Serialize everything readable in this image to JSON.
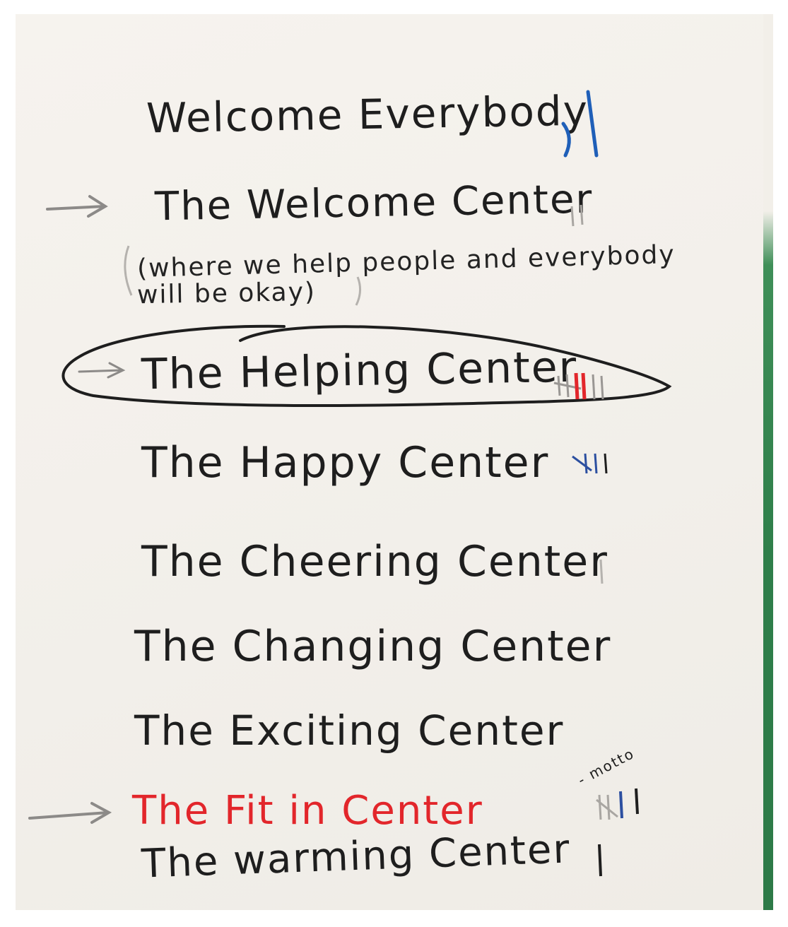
{
  "poster": {
    "title": "Welcome Everybody",
    "options": [
      {
        "label": "The Welcome Center",
        "marked": true
      },
      {
        "label": "The Helping Center",
        "marked": true,
        "circled": true
      },
      {
        "label": "The Happy Center",
        "marked": false
      },
      {
        "label": "The Cheering Center",
        "marked": false
      },
      {
        "label": "The Changing Center",
        "marked": false
      },
      {
        "label": "The Exciting Center",
        "marked": false
      },
      {
        "label": "The Fit in Center",
        "marked": true,
        "color": "#e2262b"
      },
      {
        "label": "The warming Center",
        "marked": false
      }
    ],
    "welcome_note_line1": "(where we help people and everybody",
    "welcome_note_line2": "will be okay)",
    "fit_in_annotation": "- motto"
  },
  "colors": {
    "paper": "#f3f0eb",
    "ink_black": "#1e1e1e",
    "ink_red": "#e2262b",
    "ink_blue": "#1f5fb8",
    "ink_gray": "#8c8a88",
    "board_green": "#2f7f4a"
  },
  "icons": {
    "arrow_marker": "right-arrow-icon",
    "tally_marks": "tally-marks-icon",
    "circle_highlight": "hand-drawn-oval"
  }
}
